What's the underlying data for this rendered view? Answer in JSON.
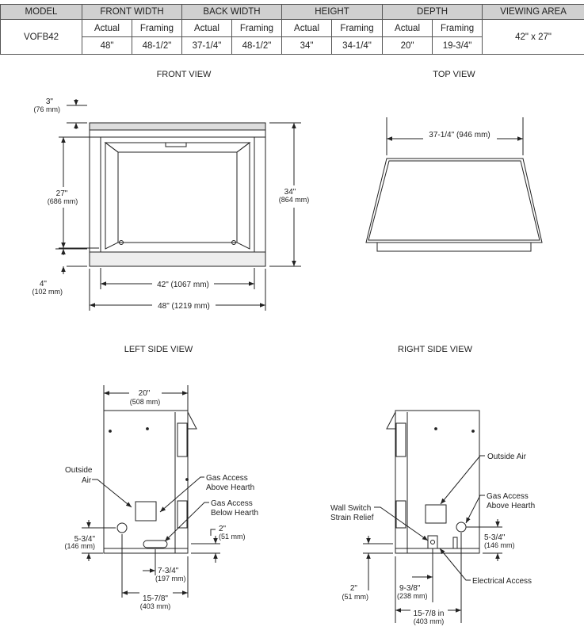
{
  "table": {
    "headers": {
      "model": "MODEL",
      "front_width": "FRONT WIDTH",
      "back_width": "BACK WIDTH",
      "height": "HEIGHT",
      "depth": "DEPTH",
      "viewing_area": "VIEWING AREA"
    },
    "sub": {
      "actual": "Actual",
      "framing": "Framing"
    },
    "row": {
      "model": "VOFB42",
      "front_actual": "48\"",
      "front_framing": "48-1/2\"",
      "back_actual": "37-1/4\"",
      "back_framing": "48-1/2\"",
      "height_actual": "34\"",
      "height_framing": "34-1/4\"",
      "depth_actual": "20\"",
      "depth_framing": "19-3/4\"",
      "viewing_area": "42\" x 27\""
    }
  },
  "front_view": {
    "title": "FRONT VIEW",
    "top_clearance": "3\"",
    "top_clearance_mm": "(76 mm)",
    "opening_height": "27\"",
    "opening_height_mm": "(686 mm)",
    "overall_height": "34\"",
    "overall_height_mm": "(864 mm)",
    "bottom_clearance": "4\"",
    "bottom_clearance_mm": "(102 mm)",
    "opening_width": "42\" (1067 mm)",
    "overall_width": "48\" (1219 mm)"
  },
  "top_view": {
    "title": "TOP VIEW",
    "back_width": "37-1/4\" (946 mm)"
  },
  "left_side_view": {
    "title": "LEFT SIDE VIEW",
    "depth": "20\"",
    "depth_mm": "(508 mm)",
    "outside_air_1": "Outside",
    "outside_air_2": "Air",
    "gas_above_1": "Gas Access",
    "gas_above_2": "Above Hearth",
    "gas_below_1": "Gas Access",
    "gas_below_2": "Below Hearth",
    "air_height": "5-3/4\"",
    "air_height_mm": "(146 mm)",
    "gas_height": "2\"",
    "gas_height_mm": "(51 mm)",
    "gas_offset": "7-3/4\"",
    "gas_offset_mm": "(197 mm)",
    "air_offset": "15-7/8\"",
    "air_offset_mm": "(403 mm)"
  },
  "right_side_view": {
    "title": "RIGHT SIDE VIEW",
    "outside_air": "Outside Air",
    "gas_above_1": "Gas Access",
    "gas_above_2": "Above Hearth",
    "switch_1": "Wall Switch",
    "switch_2": "Strain Relief",
    "air_height": "5-3/4\"",
    "air_height_mm": "(146 mm)",
    "elec_height": "2\"",
    "elec_height_mm": "(51 mm)",
    "elec_offset": "9-3/8\"",
    "elec_offset_mm": "(238 mm)",
    "electrical": "Electrical Access",
    "air_offset": "15-7/8 in",
    "air_offset_mm": "(403 mm)"
  }
}
